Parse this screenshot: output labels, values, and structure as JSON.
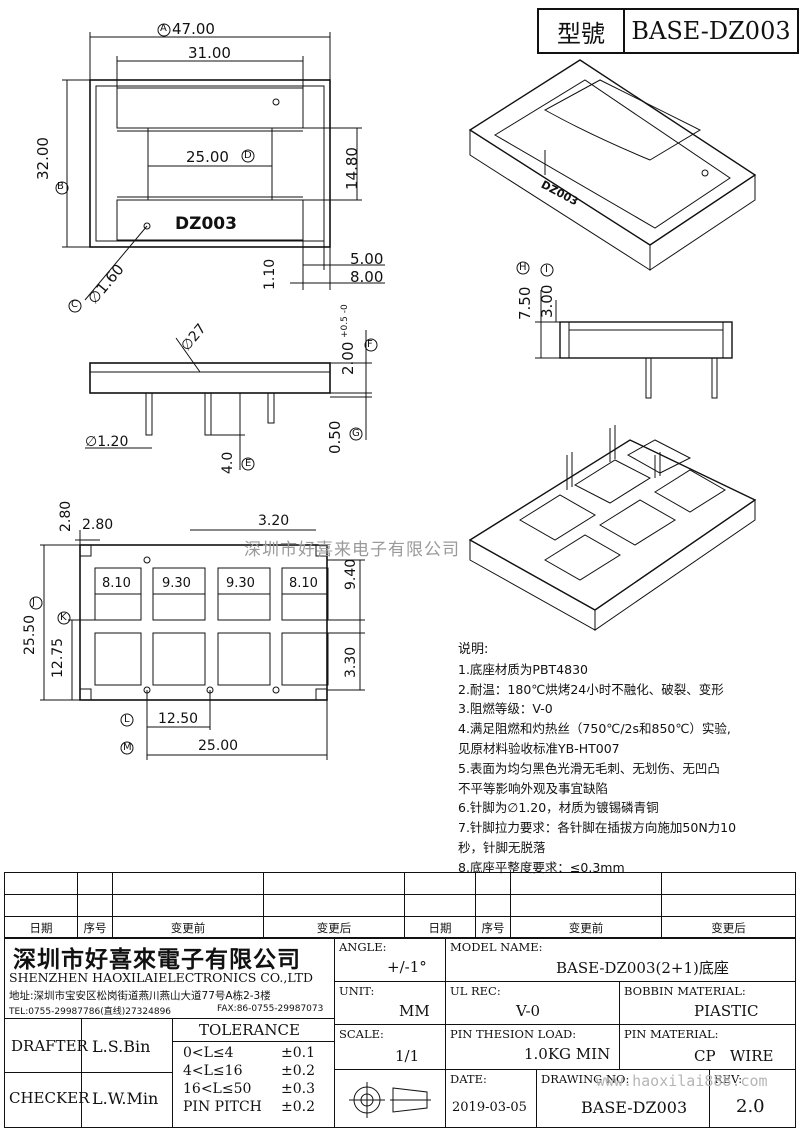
{
  "model_header": {
    "label": "型號",
    "value": "BASE-DZ003"
  },
  "top_view": {
    "dim_width": "47.00",
    "dim_width_tag": "A",
    "dim_inner": "31.00",
    "dim_center": "25.00",
    "dim_center_tag": "D",
    "dim_height": "32.00",
    "dim_height_tag": "B",
    "dim_right": "14.80",
    "dim_pin_dia": "1.60",
    "dim_pin_dia_tag": "C",
    "dim_5": "5.00",
    "dim_8": "8.00",
    "dim_110": "1.10",
    "marking": "DZ003"
  },
  "side_view": {
    "dim_dia27": "27",
    "dim_2": "2.00",
    "dim_tol": "+0.5 -0",
    "dim_2_tag": "F",
    "dim_050": "0.50",
    "dim_050_tag": "G",
    "dim_pin": "1.20",
    "dim_4": "4.0",
    "dim_4_tag": "E",
    "dim_750": "7.50",
    "dim_750_tag": "H",
    "dim_300": "3.00",
    "dim_300_tag": "I"
  },
  "iso_marking": "DZ003",
  "bottom_view": {
    "dim_280a": "2.80",
    "dim_280b": "2.80",
    "dim_320": "3.20",
    "dim_940": "9.40",
    "dim_330": "3.30",
    "dim_2550": "25.50",
    "dim_2550_tag": "J",
    "dim_1275": "12.75",
    "dim_1275_tag": "K",
    "dim_1250": "12.50",
    "dim_1250_tag": "L",
    "dim_2500": "25.00",
    "dim_2500_tag": "M",
    "cells": [
      "8.10",
      "9.30",
      "9.30",
      "8.10"
    ]
  },
  "watermark_text": "深圳市好喜来电子有限公司",
  "notes": {
    "title": "说明:",
    "lines": [
      "1.底座材质为PBT4830",
      "2.耐温：180℃烘烤24小时不融化、破裂、变形",
      "3.阻燃等级：V-0",
      "4.满足阻燃和灼热丝（750℃/2s和850℃）实验,",
      "见原材料验收标准YB-HT007",
      "5.表面为均匀黑色光滑无毛刺、无划伤、无凹凸",
      "不平等影响外观及事宜缺陷",
      "6.针脚为∅1.20，材质为镀锡磷青铜",
      "7.针脚拉力要求：各针脚在插拔方向施加50N力10",
      "秒，针脚无脱落",
      "8.底座平整度要求：≤0.3mm"
    ]
  },
  "revision_headers": [
    "日期",
    "序号",
    "变更前",
    "变更后",
    "日期",
    "序号",
    "变更前",
    "变更后"
  ],
  "company": {
    "name_cn": "深圳市好喜來電子有限公司",
    "name_en": "SHENZHEN HAOXILAIELECTRONICS CO.,LTD",
    "address": "地址:深圳市宝安区松岗街道燕川燕山大道77号A栋2-3楼",
    "tel": "TEL:0755-29987786(直线)27324896",
    "fax": "FAX:86-0755-29987073"
  },
  "title_block": {
    "angle_label": "ANGLE:",
    "angle_value": "+/-1°",
    "model_label": "MODEL NAME:",
    "model_value": "BASE-DZ003(2+1)底座",
    "unit_label": "UNIT:",
    "unit_value": "MM",
    "ul_label": "UL REC:",
    "ul_value": "V-0",
    "bobbin_label": "BOBBIN MATERIAL:",
    "bobbin_value": "PIASTIC",
    "scale_label": "SCALE:",
    "scale_value": "1/1",
    "load_label": "PIN THESION LOAD:",
    "load_value": "1.0KG MIN",
    "pin_mat_label": "PIN MATERIAL:",
    "pin_mat_value": "CP   WIRE",
    "date_label": "DATE:",
    "date_value": "2019-03-05",
    "drawing_label": "DRAWING NO:",
    "drawing_value": "BASE-DZ003",
    "rev_label": "REV:",
    "rev_value": "2.0",
    "drafter_label": "DRAFTER",
    "drafter_value": "L.S.Bin",
    "checker_label": "CHECKER",
    "checker_value": "L.W.Min",
    "tolerance_title": "TOLERANCE",
    "tol_rows": [
      {
        "range": "0<L≤4",
        "tol": "±0.1"
      },
      {
        "range": "4<L≤16",
        "tol": "±0.2"
      },
      {
        "range": "16<L≤50",
        "tol": "±0.3"
      },
      {
        "range": "PIN PITCH",
        "tol": "±0.2"
      }
    ]
  },
  "site_watermark": "www.haoxilai888.com"
}
